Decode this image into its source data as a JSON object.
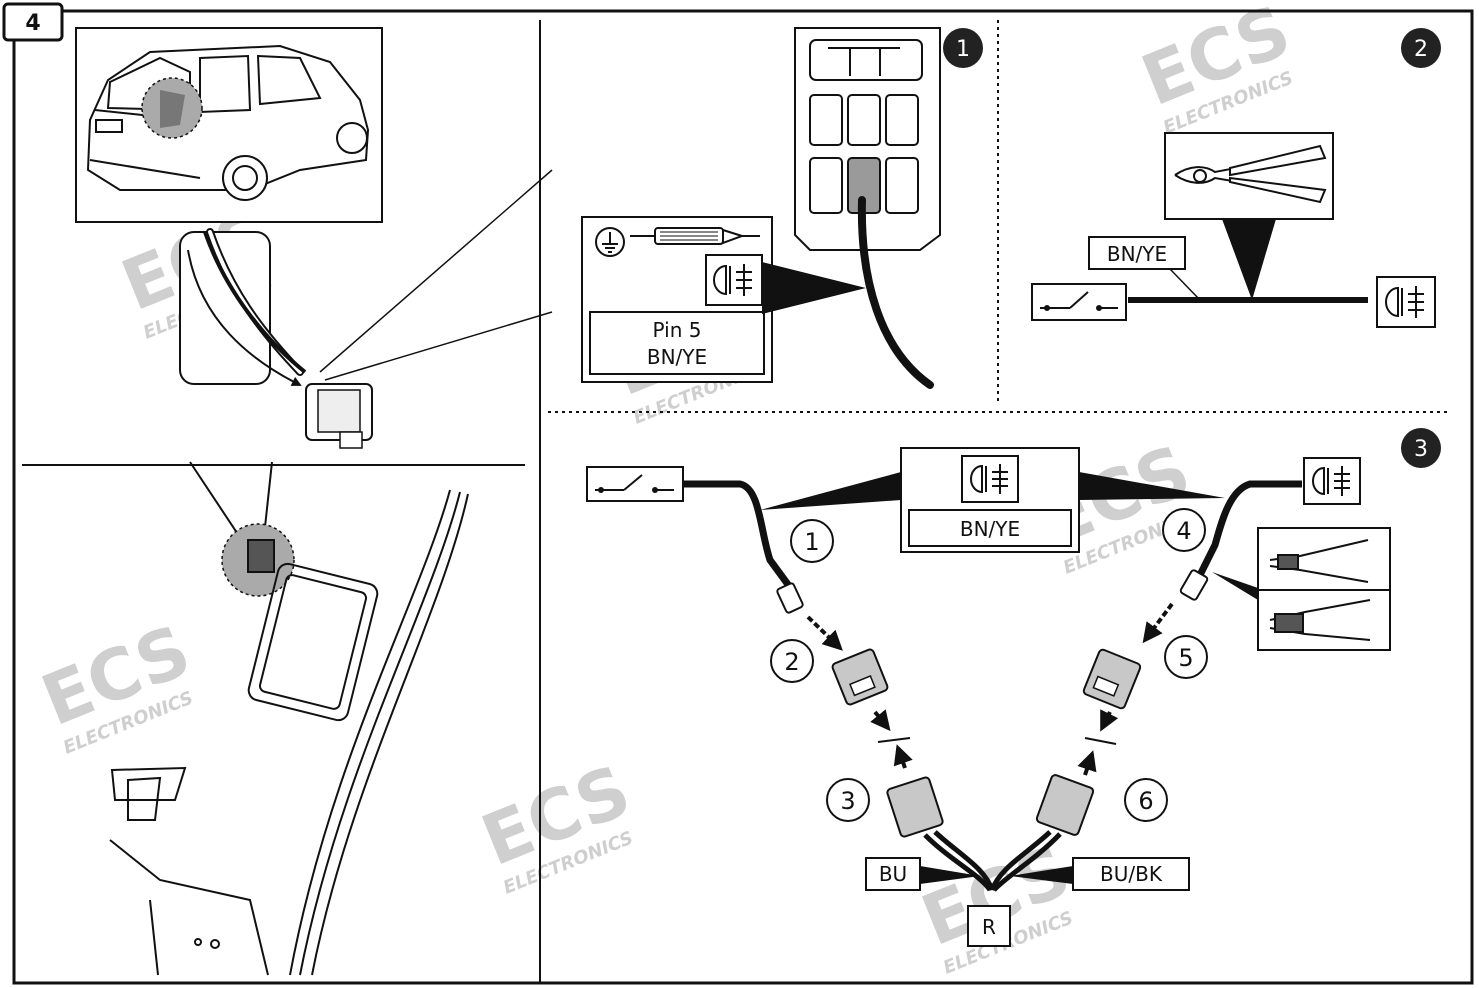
{
  "step_number": "4",
  "panels": {
    "p1": {
      "badge": "1",
      "pin_label": "Pin 5",
      "wire_color": "BN/YE"
    },
    "p2": {
      "badge": "2",
      "wire_color": "BN/YE"
    },
    "p3": {
      "badge": "3",
      "wire_color": "BN/YE",
      "steps": [
        "1",
        "2",
        "3",
        "4",
        "5",
        "6"
      ],
      "left_wire": "BU",
      "right_wire": "BU/BK",
      "relay_label": "R"
    }
  },
  "watermark": {
    "brand": "ECS",
    "subtitle": "ELECTRONICS"
  },
  "colors": {
    "line": "#111111",
    "highlight": "#9a9a9a",
    "watermark": "#cfcfcf",
    "connector": "#c8c8c8"
  },
  "icons": [
    "car-icon",
    "fuse-box-icon",
    "ground-icon",
    "test-lamp-icon",
    "fog-lamp-icon",
    "switch-icon",
    "pliers-icon",
    "wire-stripper-icon",
    "crimp-tool-icon",
    "connector-icon"
  ]
}
